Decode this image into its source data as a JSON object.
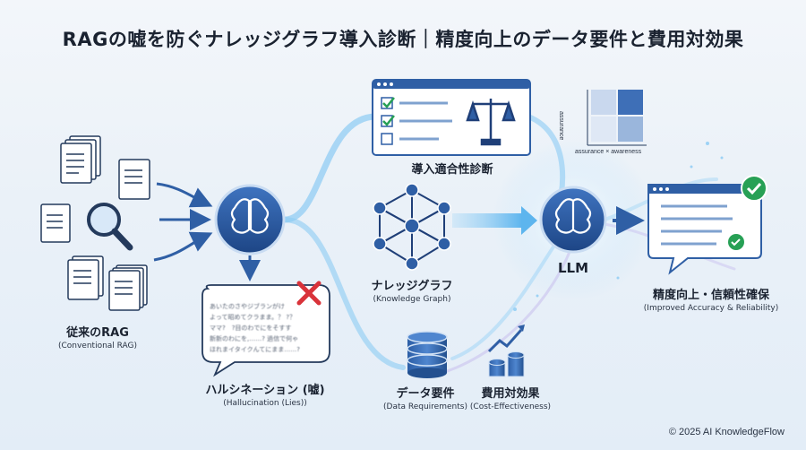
{
  "title": "RAGの嘘を防ぐナレッジグラフ導入診断｜精度向上のデータ要件と費用対効果",
  "conventional_rag": {
    "label": "従来のRAG",
    "sublabel": "(Conventional RAG)"
  },
  "hallucination": {
    "label": "ハルシネーション (嘘)",
    "sublabel": "(Hallucination (Lies))",
    "bubble_lines": [
      "あいたのさやジブランがけ",
      "よって昭めてクラまま。？ ?？",
      "ママ?　?目のわでにをそすす",
      "新新のわにを,……? 過信で何ゃ",
      "ほれまイタイクんてにまま……?"
    ]
  },
  "assessment": {
    "label": "導入適合性診断"
  },
  "matrix": {
    "y_axis": "assurance",
    "x_axis": "assurance × awareness"
  },
  "knowledge_graph": {
    "label": "ナレッジグラフ",
    "sublabel": "(Knowledge Graph)"
  },
  "llm": {
    "label": "LLM"
  },
  "result": {
    "label": "精度向上・信頼性確保",
    "sublabel": "(Improved Accuracy & Reliability)"
  },
  "data_requirements": {
    "label": "データ要件",
    "sublabel": "(Data Requirements)"
  },
  "cost_effectiveness": {
    "label": "費用対効果",
    "sublabel": "(Cost-Effectiveness)"
  },
  "copyright": "© 2025 AI KnowledgeFlow",
  "colors": {
    "primary": "#2f5fa5",
    "dark": "#1f3f78",
    "accent_red": "#d9333a",
    "accent_green": "#27a055",
    "flow": "#7cc3f0"
  }
}
